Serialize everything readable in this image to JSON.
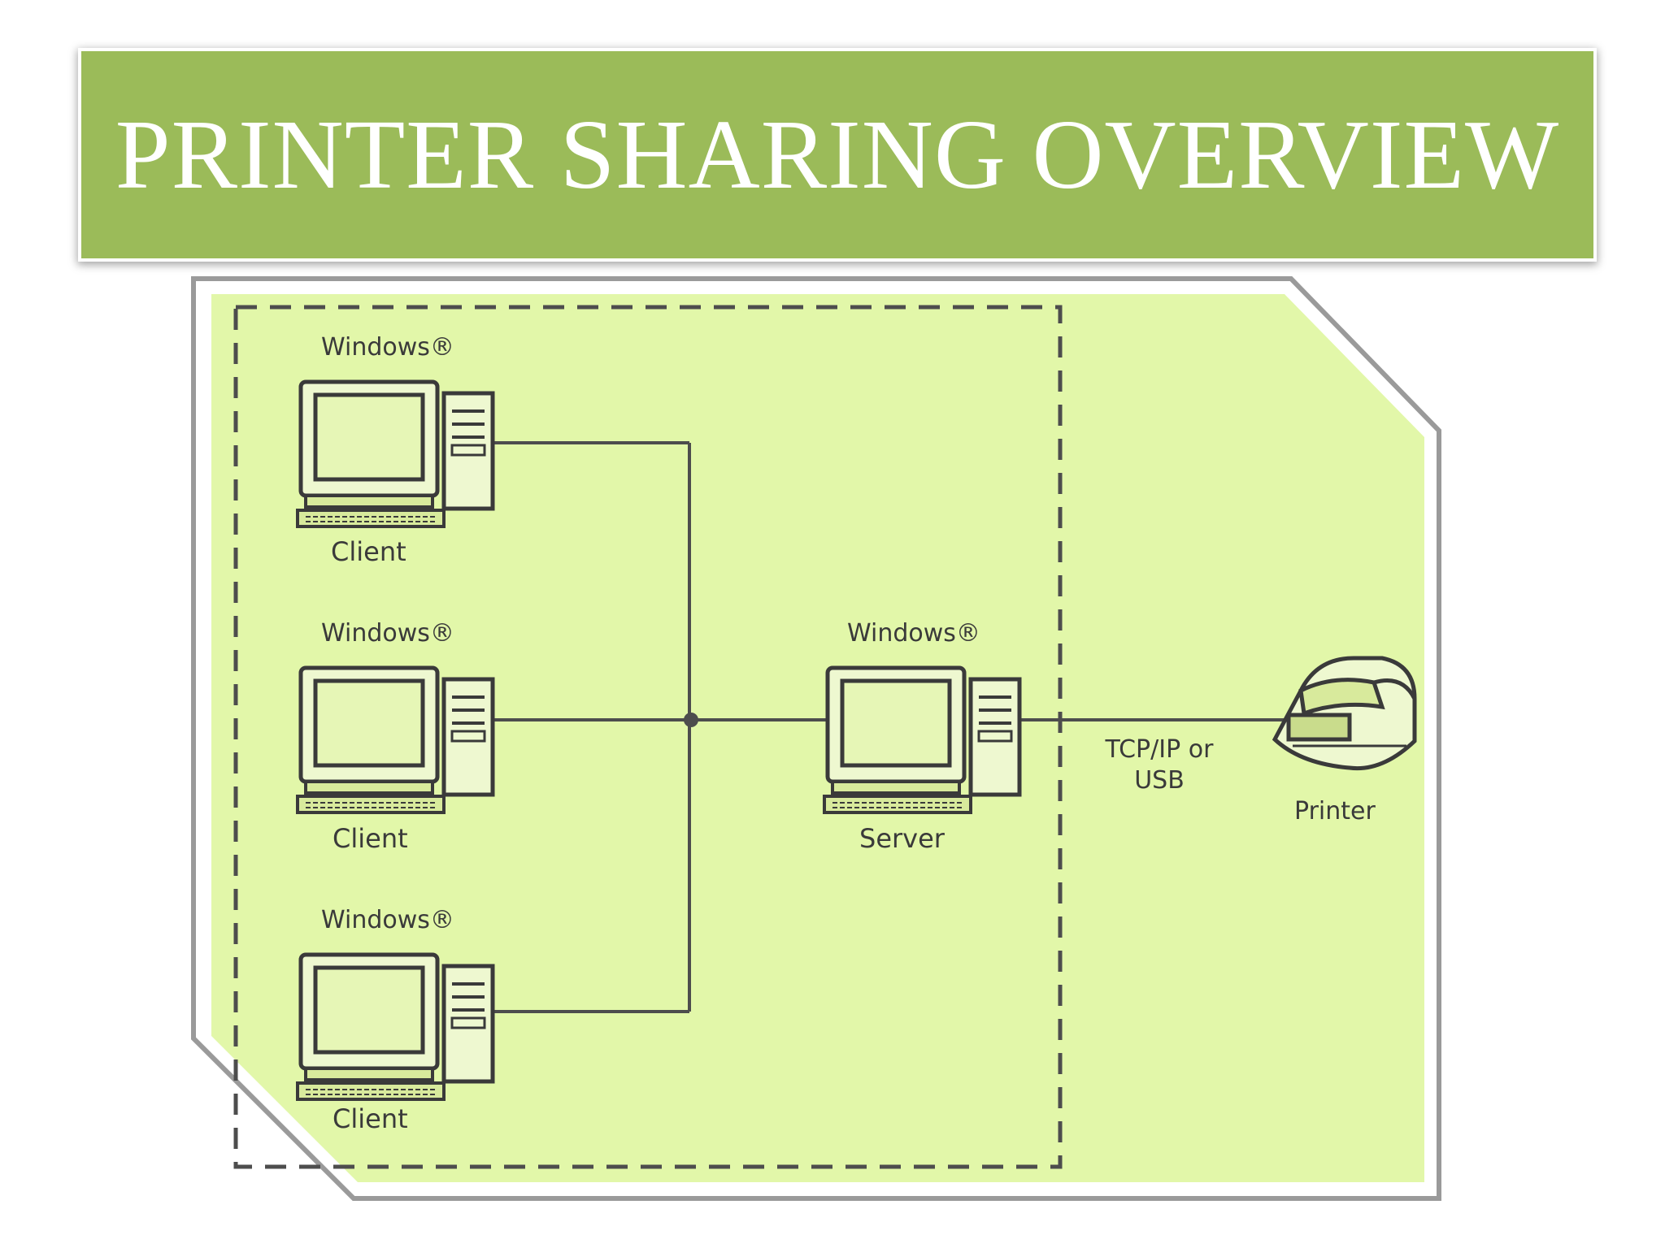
{
  "slide": {
    "title": "PRINTER SHARING OVERVIEW",
    "colors": {
      "banner": "#9bbb59",
      "panel": "#e2f7a9",
      "line": "#4d4d4d",
      "title_text": "#ffffff"
    }
  },
  "diagram": {
    "clients": [
      {
        "os": "Windows®",
        "label": "Client"
      },
      {
        "os": "Windows®",
        "label": "Client"
      },
      {
        "os": "Windows®",
        "label": "Client"
      }
    ],
    "server": {
      "os": "Windows®",
      "label": "Server"
    },
    "connection": {
      "line1": "TCP/IP or",
      "line2": "USB"
    },
    "printer": {
      "label": "Printer"
    }
  }
}
